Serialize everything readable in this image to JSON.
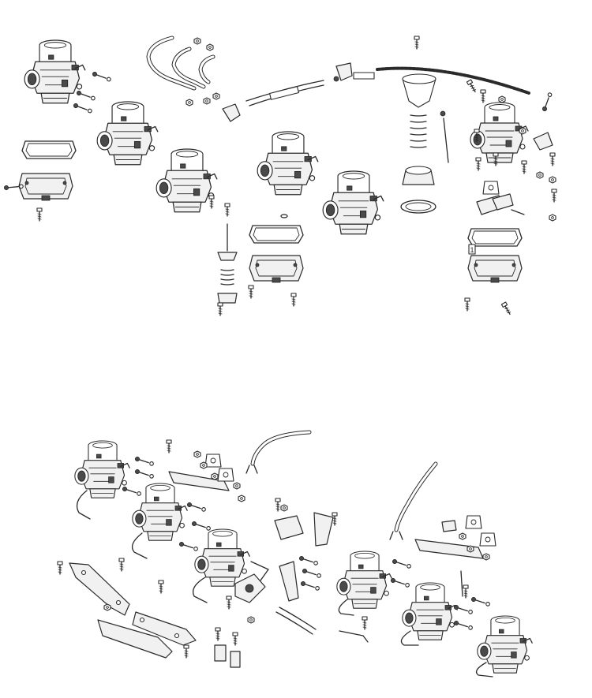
{
  "diagram": {
    "panels": [
      {
        "id": "top",
        "carb_count": 6
      },
      {
        "id": "bottom",
        "carb_count": 6
      }
    ],
    "callouts": [
      {
        "id": "top-float-bowl-marker",
        "text": "1"
      }
    ],
    "colors": {
      "line": "#2a2a2a",
      "body_fill": "#f1f1f1",
      "background": "#ffffff"
    }
  }
}
